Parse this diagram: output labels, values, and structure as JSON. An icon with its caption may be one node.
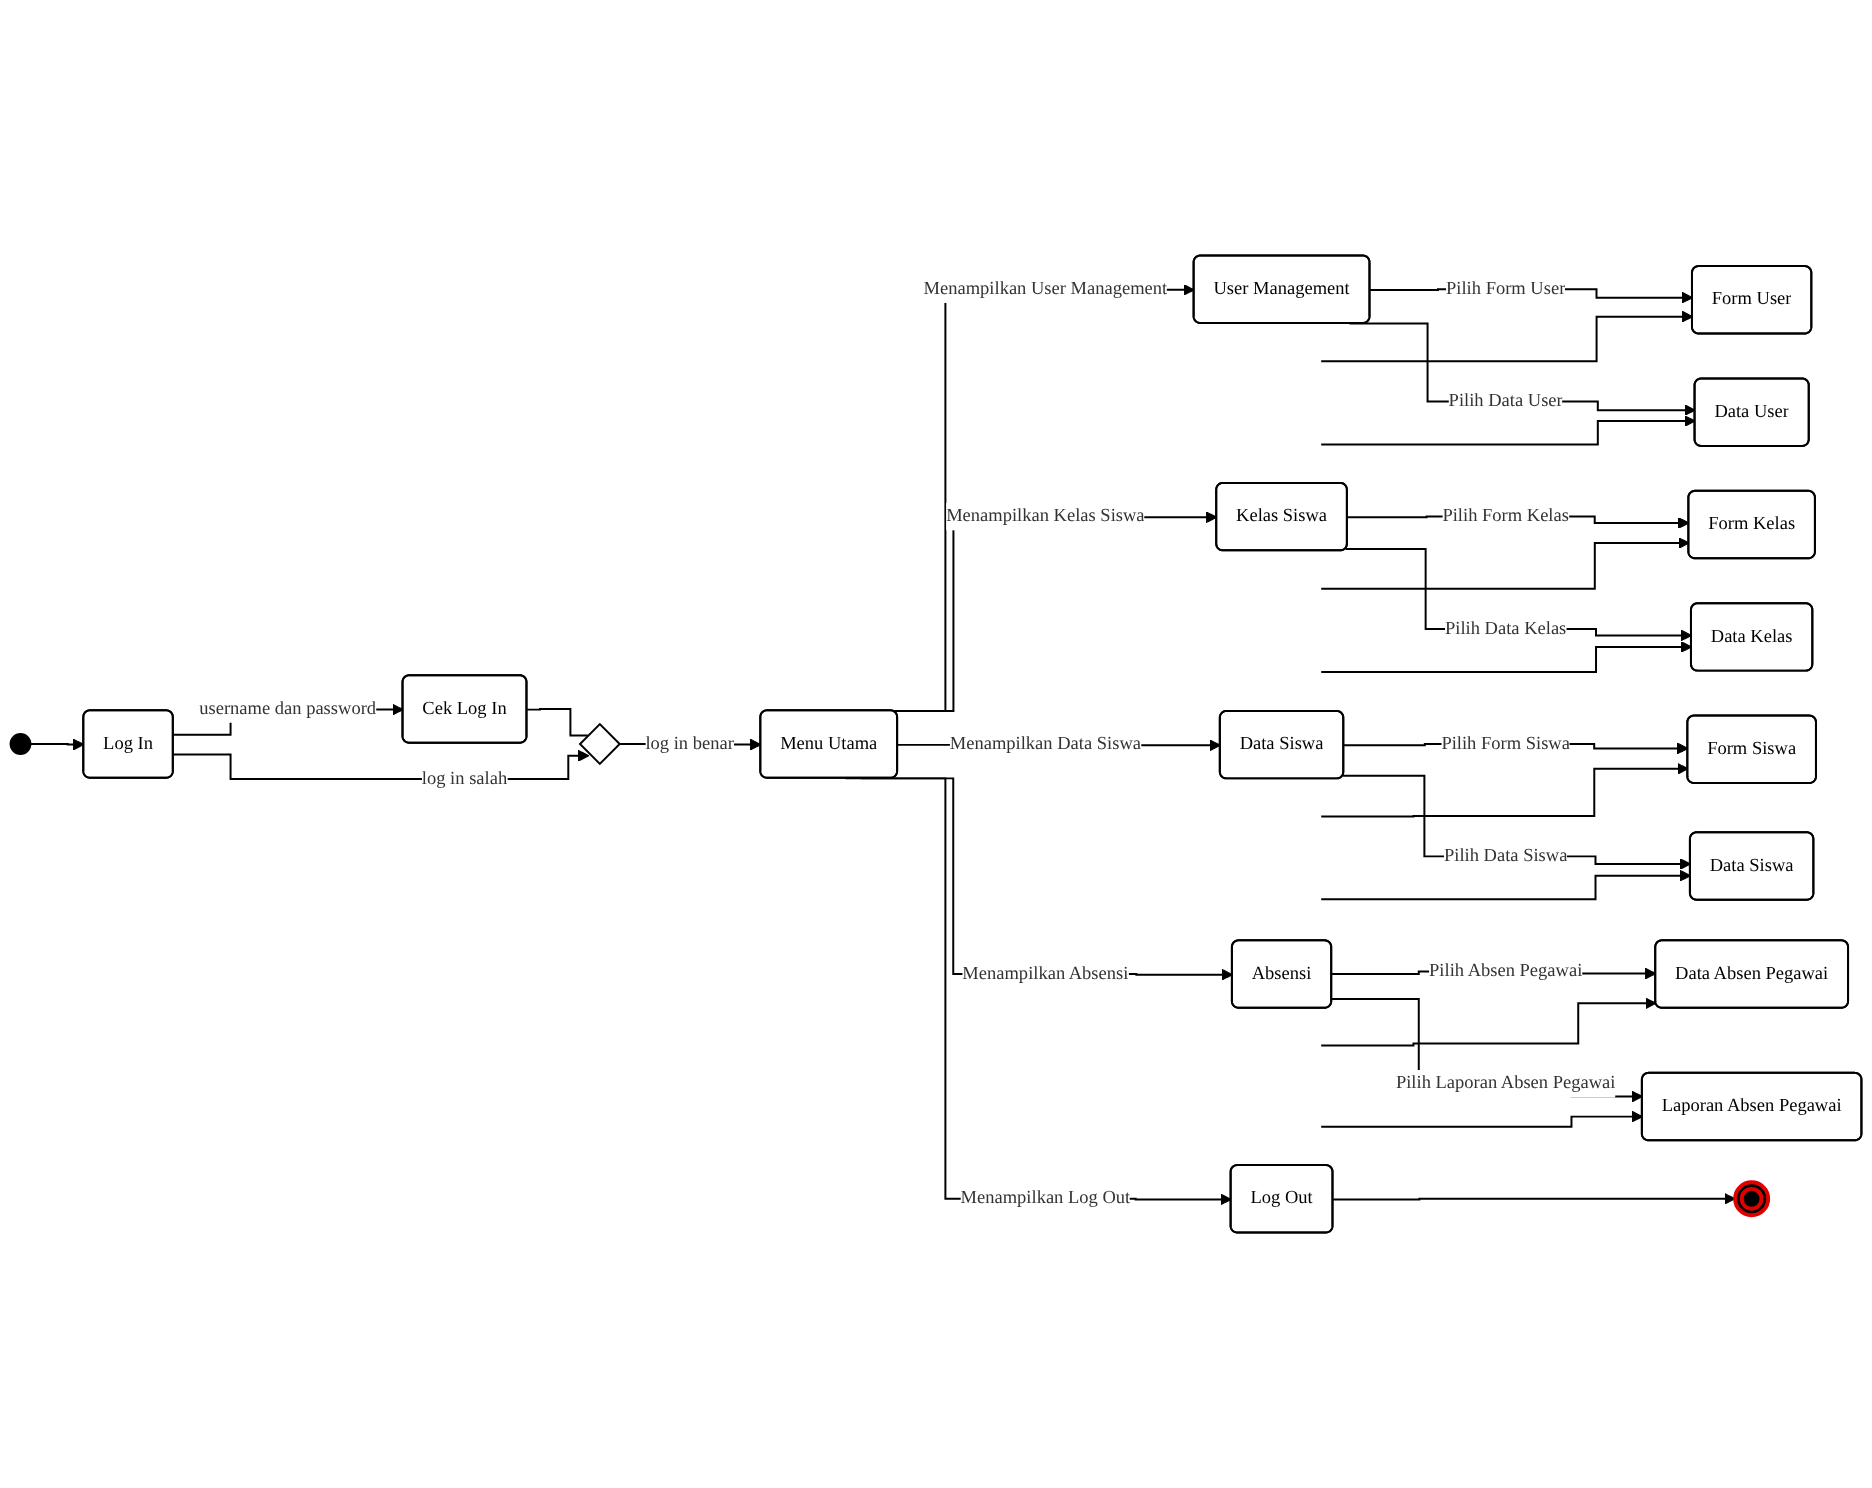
{
  "diagram": {
    "nodes": [
      {
        "text": [],
        "shape": "circle"
      },
      {
        "text": [
          "Log In"
        ]
      },
      {
        "text": [
          "Cek Log In"
        ]
      },
      {
        "text": [],
        "shape": "diamond"
      },
      {
        "text": [
          "Menu Utama"
        ]
      },
      {
        "text": [
          "User Management"
        ]
      },
      {
        "text": [
          "Kelas Siswa"
        ]
      },
      {
        "text": [
          "Data Siswa"
        ]
      },
      {
        "text": [
          "Absensi"
        ]
      },
      {
        "text": [
          "Log Out"
        ]
      },
      {
        "text": [],
        "shape": "circle"
      },
      {
        "text": [
          "Form User"
        ]
      },
      {
        "text": [
          "Data User"
        ]
      },
      {
        "text": [
          "Form Kelas"
        ]
      },
      {
        "text": [
          "Data Kelas"
        ]
      },
      {
        "text": [
          "Form Siswa"
        ]
      },
      {
        "text": [
          "Data Siswa"
        ]
      },
      {
        "text": [
          "Data Absen Pegawai"
        ]
      },
      {
        "text": [
          "Laporan Absen Pegawai"
        ]
      }
    ],
    "edges": [
      {
        "from": 0,
        "to": 1,
        "arrow": "to"
      },
      {
        "from": 1,
        "to": 2,
        "arrow": "to",
        "label": "username dan password"
      },
      {
        "from": 2,
        "to": 3,
        "arrow": "none"
      },
      {
        "from": 1,
        "to": 3,
        "arrow": "to",
        "label": "log in salah"
      },
      {
        "from": 3,
        "to": 4,
        "arrow": "to",
        "label": "log in benar"
      },
      {
        "from": 4,
        "to": 5,
        "arrow": "to",
        "label": "Menampilkan User Management"
      },
      {
        "from": 4,
        "to": 6,
        "arrow": "to",
        "label": "Menampilkan Kelas Siswa"
      },
      {
        "from": 4,
        "to": 7,
        "arrow": "to",
        "label": "Menampilkan Data Siswa"
      },
      {
        "from": 4,
        "to": 8,
        "arrow": "to",
        "label": "Menampilkan Absensi"
      },
      {
        "from": 4,
        "to": 9,
        "arrow": "to",
        "label": "Menampilkan Log Out"
      },
      {
        "from": 9,
        "to": 10,
        "arrow": "to"
      },
      {
        "from": 5,
        "to": 11,
        "arrow": "to",
        "label": "Pilih Form User"
      },
      {
        "from": 5,
        "to": 12,
        "arrow": "to",
        "label": "Pilih Data User"
      },
      {
        "from": 6,
        "to": 13,
        "arrow": "to",
        "label": "Pilih Form Kelas"
      },
      {
        "from": 6,
        "to": 14,
        "arrow": "to",
        "label": "Pilih Data Kelas"
      },
      {
        "from": 7,
        "to": 15,
        "arrow": "to",
        "label": "Pilih Form Siswa"
      },
      {
        "from": 7,
        "to": 16,
        "arrow": "to",
        "label": "Pilih Data Siswa"
      },
      {
        "from": 8,
        "to": 17,
        "arrow": "to",
        "label": "Pilih Absen Pegawai"
      },
      {
        "from": 8,
        "to": 18,
        "arrow": "to",
        "label": "Pilih Laporan Absen Pegawai"
      },
      {
        "from": null,
        "to": 11,
        "arrow": "to"
      },
      {
        "from": null,
        "to": 12,
        "arrow": "to"
      },
      {
        "from": null,
        "to": 13,
        "arrow": "to"
      },
      {
        "from": null,
        "to": 14,
        "arrow": "to"
      },
      {
        "from": null,
        "to": 15,
        "arrow": "to"
      },
      {
        "from": null,
        "to": 16,
        "arrow": "to"
      },
      {
        "from": null,
        "to": 17,
        "arrow": "to"
      },
      {
        "from": null,
        "to": 18,
        "arrow": "to"
      }
    ]
  }
}
